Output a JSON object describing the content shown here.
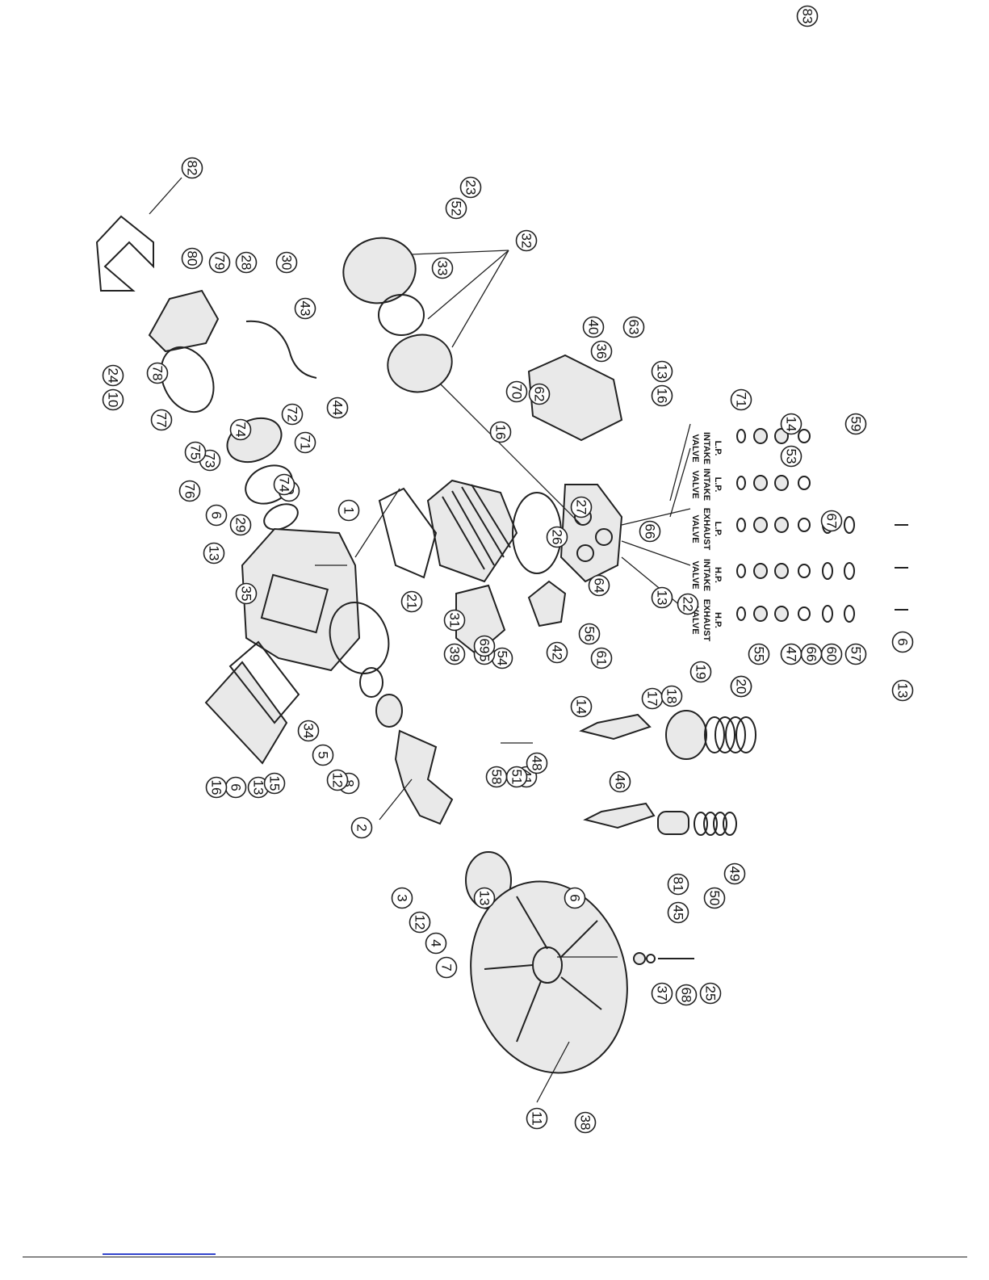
{
  "diagram": {
    "callouts": [
      "1",
      "2",
      "3",
      "4",
      "5",
      "6",
      "6",
      "6",
      "6",
      "7",
      "8",
      "9",
      "10",
      "11",
      "12",
      "12",
      "13",
      "13",
      "13",
      "13",
      "13",
      "13",
      "13",
      "14",
      "14",
      "15",
      "16",
      "16",
      "16",
      "17",
      "18",
      "19",
      "20",
      "21",
      "22",
      "23",
      "24",
      "25",
      "26",
      "27",
      "28",
      "29",
      "30",
      "31",
      "32",
      "33",
      "34",
      "35",
      "36",
      "37",
      "38",
      "39",
      "40",
      "41",
      "42",
      "43",
      "44",
      "45",
      "46",
      "47",
      "48",
      "49",
      "50",
      "51",
      "52",
      "53",
      "54",
      "55",
      "56",
      "57",
      "58",
      "59",
      "60",
      "61",
      "62",
      "63",
      "64",
      "65",
      "66",
      "66",
      "67",
      "68",
      "69",
      "70",
      "71",
      "71",
      "72",
      "73",
      "74",
      "74",
      "75",
      "76",
      "77",
      "78",
      "79",
      "80",
      "81",
      "82",
      "83"
    ],
    "valve_labels": [
      [
        "L.P.",
        "INTAKE",
        "VALVE"
      ],
      [
        "L.P.",
        "INTAKE",
        "VALVE"
      ],
      [
        "L.P.",
        "EXHAUST",
        "VALVE"
      ],
      [
        "H.P.",
        "INTAKE",
        "VALVE"
      ],
      [
        "H.P.",
        "EXHAUST",
        "VALVE"
      ]
    ]
  }
}
